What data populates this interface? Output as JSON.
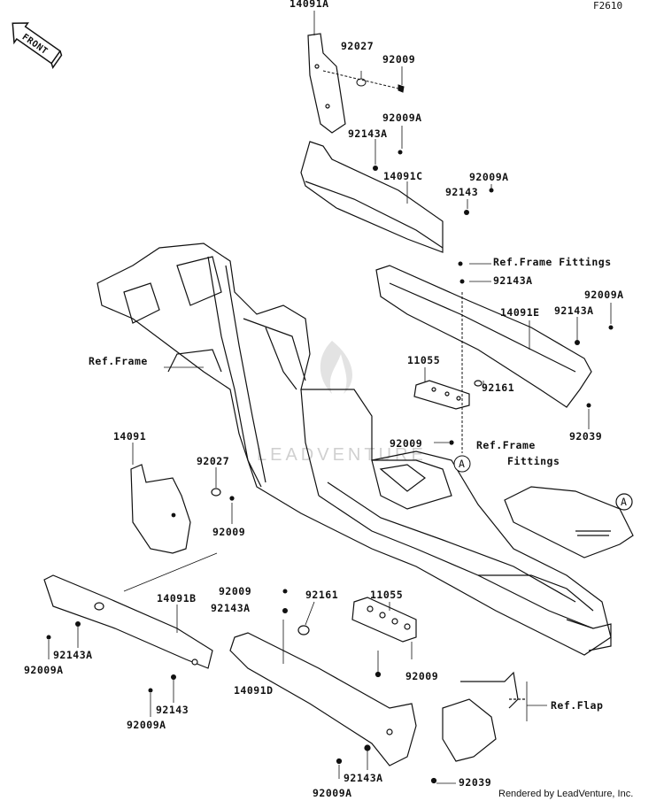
{
  "figure_code": "F2610",
  "front_label": "FRONT",
  "watermark": "LEADVENTURE",
  "footer": "Rendered by LeadVenture, Inc.",
  "callout_letter": "A",
  "part_labels": {
    "p14091A": "14091A",
    "p92027_top": "92027",
    "p92009_top": "92009",
    "p92009A_1": "92009A",
    "p92143A_1": "92143A",
    "p14091C": "14091C",
    "p92009A_2": "92009A",
    "p92143_1": "92143",
    "ref_frame_fittings_1": "Ref.Frame Fittings",
    "p92143A_2": "92143A",
    "p92009A_3": "92009A",
    "p14091E": "14091E",
    "p92143A_3": "92143A",
    "ref_frame": "Ref.Frame",
    "p11055_1": "11055",
    "p92161_1": "92161",
    "p92009_mid": "92009",
    "p92039_1": "92039",
    "ref_frame_fittings_2a": "Ref.Frame",
    "ref_frame_fittings_2b": "Fittings",
    "p14091": "14091",
    "p92027_left": "92027",
    "p92009_left": "92009",
    "p92009_b1": "92009",
    "p92143A_b1": "92143A",
    "p92161_2": "92161",
    "p11055_2": "11055",
    "p14091B": "14091B",
    "p92143A_b2": "92143A",
    "p92009A_b1": "92009A",
    "p92143_b": "92143",
    "p92009A_b2": "92009A",
    "p14091D": "14091D",
    "p92009_b2": "92009",
    "ref_flap": "Ref.Flap",
    "p92143A_b3": "92143A",
    "p92009A_b3": "92009A",
    "p92039_2": "92039"
  }
}
